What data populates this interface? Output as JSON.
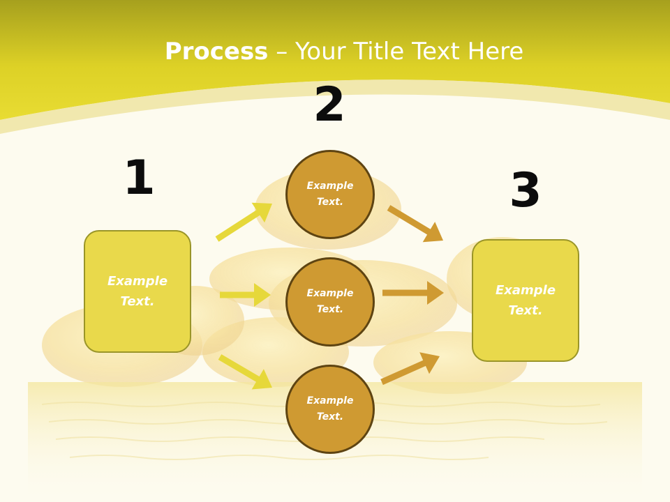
{
  "title": {
    "bold": "Process",
    "rest": " – Your Title Text Here"
  },
  "steps": [
    {
      "number": "1",
      "label": "Example\nText."
    },
    {
      "number": "2",
      "label": "Example\nText."
    },
    {
      "number": "3",
      "label": "Example\nText."
    }
  ],
  "circles": [
    {
      "label": "Example\nText."
    },
    {
      "label": "Example\nText."
    },
    {
      "label": "Example\nText."
    }
  ],
  "colors": {
    "header": "#e3d52a",
    "box_fill": "#e9d94b",
    "box_border": "#9a9528",
    "circle_fill": "#cf9a32",
    "circle_border": "#5e4412",
    "arrow_yellow": "#e6d83a",
    "arrow_gold": "#cf9a32"
  }
}
